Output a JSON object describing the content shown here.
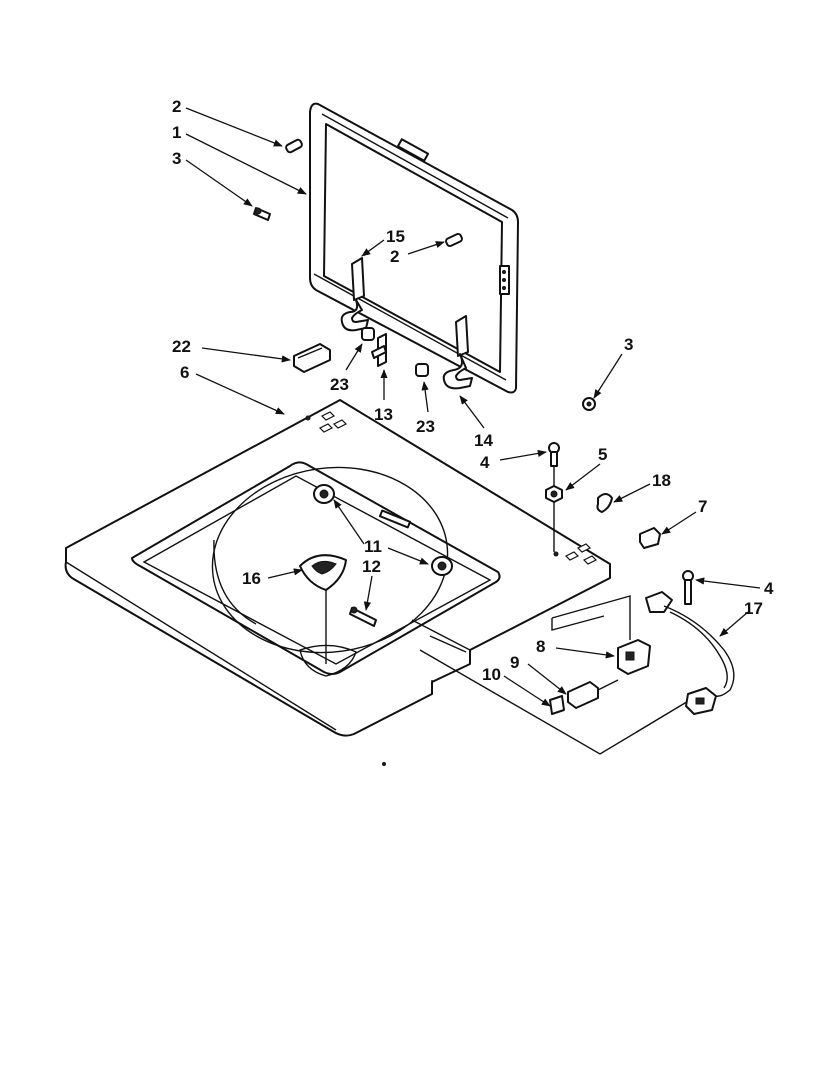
{
  "diagram": {
    "callouts": [
      {
        "id": "c2a",
        "label": "2"
      },
      {
        "id": "c1",
        "label": "1"
      },
      {
        "id": "c3a",
        "label": "3"
      },
      {
        "id": "c15",
        "label": "15"
      },
      {
        "id": "c2b",
        "label": "2"
      },
      {
        "id": "c22",
        "label": "22"
      },
      {
        "id": "c6",
        "label": "6"
      },
      {
        "id": "c23a",
        "label": "23"
      },
      {
        "id": "c13",
        "label": "13"
      },
      {
        "id": "c23b",
        "label": "23"
      },
      {
        "id": "c14",
        "label": "14"
      },
      {
        "id": "c3b",
        "label": "3"
      },
      {
        "id": "c4a",
        "label": "4"
      },
      {
        "id": "c5",
        "label": "5"
      },
      {
        "id": "c18",
        "label": "18"
      },
      {
        "id": "c7",
        "label": "7"
      },
      {
        "id": "c11",
        "label": "11"
      },
      {
        "id": "c16",
        "label": "16"
      },
      {
        "id": "c12",
        "label": "12"
      },
      {
        "id": "c4b",
        "label": "4"
      },
      {
        "id": "c17",
        "label": "17"
      },
      {
        "id": "c8",
        "label": "8"
      },
      {
        "id": "c9",
        "label": "9"
      },
      {
        "id": "c10",
        "label": "10"
      }
    ]
  }
}
